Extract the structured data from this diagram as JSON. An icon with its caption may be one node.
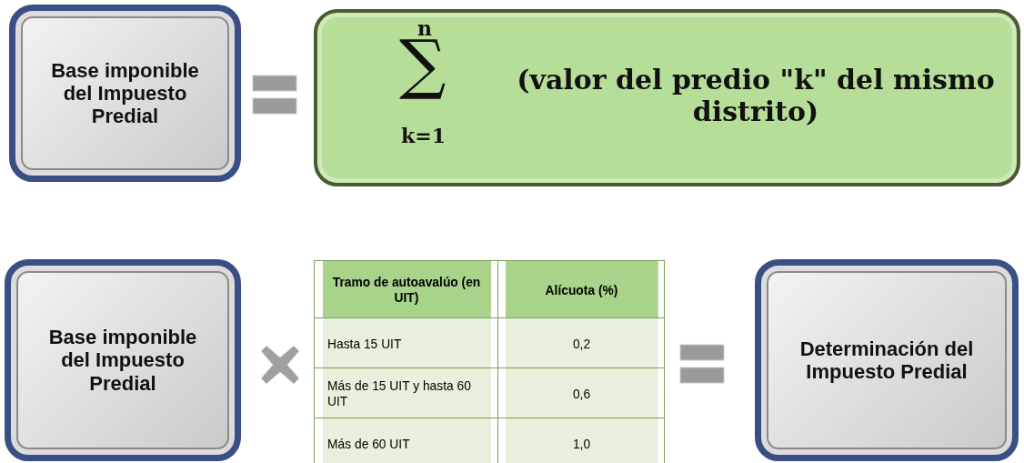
{
  "diagram": {
    "nodes": [
      {
        "text": [
          "Base imponible del Impuesto Predial"
        ]
      },
      {
        "text": [
          "n",
          "∑",
          "k=1",
          "(valor del predio \"k\" del mismo distrito)"
        ]
      },
      {
        "text": [
          "Base imponible del Impuesto Predial"
        ]
      },
      {
        "text": [
          "Determinación del Impuesto Predial"
        ]
      }
    ],
    "edges": [],
    "labels": [
      "Tramo de autoavalúo (en UIT)",
      "Alícuota (%)",
      "Hasta 15 UIT",
      "0,2",
      "Más de 15 UIT y hasta 60 UIT",
      "0,6",
      "Más de 60 UIT",
      "1,0"
    ]
  }
}
